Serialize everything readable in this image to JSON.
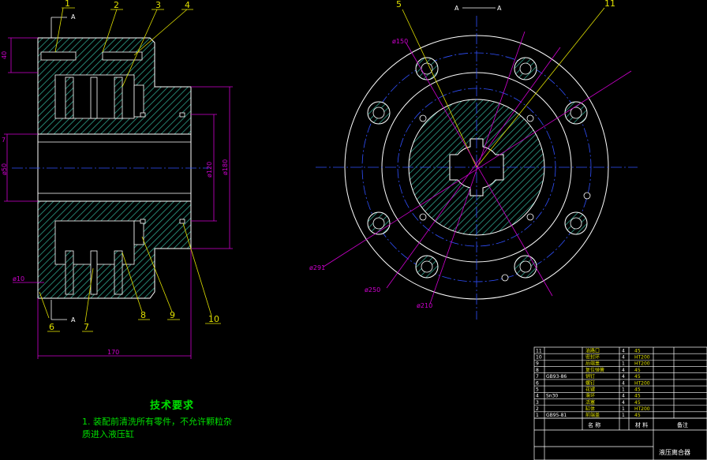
{
  "section_label": "A",
  "part_numbers": [
    "1",
    "2",
    "3",
    "4",
    "5",
    "6",
    "7",
    "8",
    "9",
    "10",
    "11"
  ],
  "dimensions": {
    "left_view": [
      "40",
      "ø50",
      "ø120",
      "ø180",
      "ø10",
      "170",
      "7"
    ],
    "right_view": [
      "ø150",
      "ø291",
      "ø250",
      "ø210"
    ]
  },
  "technical_requirements": {
    "title": "技术要求",
    "lines": [
      "1. 装配前清洗所有零件，不允许颗粒杂",
      "质进入液压缸"
    ]
  },
  "title_block": {
    "rows": [
      {
        "no": "11",
        "code": "",
        "name": "油路口",
        "qty": "4",
        "material": "45"
      },
      {
        "no": "10",
        "code": "",
        "name": "密封环",
        "qty": "4",
        "material": "HT200"
      },
      {
        "no": "9",
        "code": "",
        "name": "后端盖",
        "qty": "1",
        "material": "HT200"
      },
      {
        "no": "8",
        "code": "",
        "name": "复位弹簧",
        "qty": "4",
        "material": "45"
      },
      {
        "no": "7",
        "code": "GB93-86",
        "name": "销钉",
        "qty": "4",
        "material": "45"
      },
      {
        "no": "6",
        "code": "",
        "name": "螺钉",
        "qty": "4",
        "material": "HT200"
      },
      {
        "no": "5",
        "code": "",
        "name": "花键",
        "qty": "1",
        "material": "45"
      },
      {
        "no": "4",
        "code": "Sn30",
        "name": "滑环",
        "qty": "4",
        "material": "45"
      },
      {
        "no": "3",
        "code": "",
        "name": "活塞",
        "qty": "4",
        "material": "45"
      },
      {
        "no": "2",
        "code": "",
        "name": "缸体",
        "qty": "1",
        "material": "HT200"
      },
      {
        "no": "1",
        "code": "GB95-81",
        "name": "前端盖",
        "qty": "1",
        "material": "45"
      }
    ],
    "header": [
      "名 称",
      "材 料"
    ],
    "drawing_name": "液压离合器",
    "note": "备注"
  }
}
